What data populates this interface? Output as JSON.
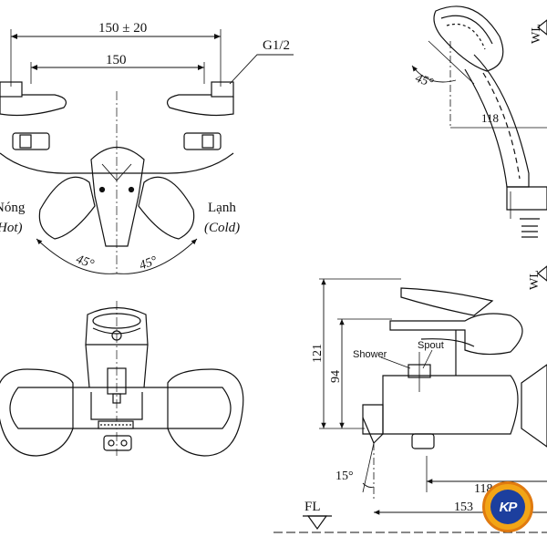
{
  "front_top": {
    "dim_overall": "150 ± 20",
    "dim_inner": "150",
    "thread": "G1/2",
    "hot_label": "Nóng",
    "hot_label_en": "(Hot)",
    "cold_label": "Lạnh",
    "cold_label_en": "(Cold)",
    "angle_left": "45°",
    "angle_right": "45°"
  },
  "handshower": {
    "wl": "WL",
    "angle": "45°",
    "dim": "118"
  },
  "side_view": {
    "wl": "WL",
    "dim_121": "121",
    "dim_94": "94",
    "shower": "Shower",
    "spout": "Spout",
    "angle": "15°",
    "dim_118": "118",
    "dim_153": "153",
    "fl": "FL"
  },
  "logo": {
    "text": "KP",
    "colors": {
      "ring": "#f2a516",
      "center": "#1c3f9e"
    }
  }
}
